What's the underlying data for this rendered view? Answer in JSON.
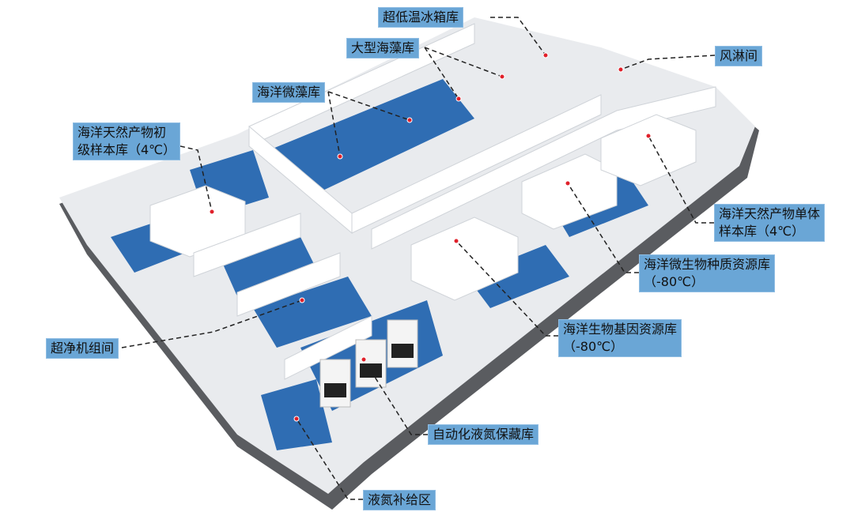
{
  "colors": {
    "label_bg": "#6aa6d6",
    "floor_blue": "#2f6db3",
    "wall": "#f2f3f5",
    "base": "#5a5c60",
    "marker": "#e0202a"
  },
  "labels": [
    {
      "id": "ultra-low-freezer",
      "line1": "超低温冰箱库",
      "line2": ""
    },
    {
      "id": "large-seaweed",
      "line1": "大型海藻库",
      "line2": ""
    },
    {
      "id": "air-shower",
      "line1": "风淋间",
      "line2": ""
    },
    {
      "id": "marine-microalgae",
      "line1": "海洋微藻库",
      "line2": ""
    },
    {
      "id": "natural-product-primary",
      "line1": "海洋天然产物初",
      "line2": "级样本库（4℃）"
    },
    {
      "id": "natural-product-monomer",
      "line1": "海洋天然产物单体",
      "line2": "样本库（4℃）"
    },
    {
      "id": "microbe-germplasm",
      "line1": "海洋微生物种质资源库",
      "line2": "（-80℃）"
    },
    {
      "id": "gene-resource",
      "line1": "海洋生物基因资源库",
      "line2": "（-80℃）"
    },
    {
      "id": "clean-unit-room",
      "line1": "超净机组间",
      "line2": ""
    },
    {
      "id": "auto-ln2-storage",
      "line1": "自动化液氮保藏库",
      "line2": ""
    },
    {
      "id": "ln2-supply",
      "line1": "液氮补给区",
      "line2": ""
    }
  ]
}
